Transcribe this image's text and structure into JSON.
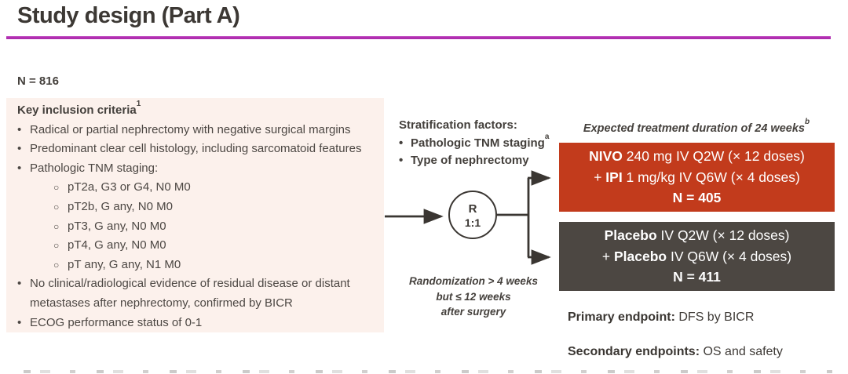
{
  "header": {
    "title": "Study design (Part A)",
    "n_total": "N = 816"
  },
  "glyphs": {
    "bullet": "•",
    "sub_bullet": "○"
  },
  "inclusion": {
    "heading": "Key inclusion criteria",
    "heading_sup": "1",
    "bullets": [
      "Radical or partial nephrectomy with negative surgical margins",
      "Predominant clear cell histology, including sarcomatoid features",
      "Pathologic TNM staging:",
      "No clinical/radiological evidence of residual disease or distant metastases after nephrectomy, confirmed by BICR",
      "ECOG performance status of 0-1"
    ],
    "tnm_stages": [
      "pT2a, G3 or G4, N0 M0",
      "pT2b, G any, N0 M0",
      "pT3, G any, N0 M0",
      "pT4, G any, N0 M0",
      "pT any, G any, N1 M0"
    ]
  },
  "stratification": {
    "heading": "Stratification factors:",
    "items": [
      {
        "text": "Pathologic TNM staging",
        "sup": "a"
      },
      {
        "text": "Type of nephrectomy",
        "sup": ""
      }
    ]
  },
  "randomizer": {
    "letter": "R",
    "ratio": "1:1"
  },
  "arms": {
    "duration_note": "Expected treatment duration of 24 weeks",
    "duration_sup": "b",
    "nivo": {
      "l1_bold": "NIVO",
      "l1_rest": " 240 mg IV Q2W (× 12 doses)",
      "l2_pre": "+ ",
      "l2_bold": "IPI",
      "l2_rest": " 1 mg/kg IV Q6W (× 4 doses)",
      "n": "N = 405"
    },
    "placebo": {
      "l1_bold": "Placebo",
      "l1_rest": " IV Q2W (× 12 doses)",
      "l2_pre": "+ ",
      "l2_bold": "Placebo",
      "l2_rest": " IV Q6W (× 4 doses)",
      "n": "N = 411"
    }
  },
  "randomization_note": {
    "line1": "Randomization > 4 weeks",
    "line2": "but ≤ 12 weeks",
    "line3": "after surgery"
  },
  "endpoints": {
    "primary_label": "Primary endpoint:",
    "primary_value": "DFS by BICR",
    "secondary_label": "Secondary endpoints:",
    "secondary_value": "OS and safety"
  },
  "colors": {
    "accent_magenta": "#b230b2",
    "nivo_arm_red": "#c23b1c",
    "placebo_arm_gray": "#4c4742",
    "inclusion_panel_bg": "#fcf1ec",
    "text_dark": "#45413d"
  }
}
